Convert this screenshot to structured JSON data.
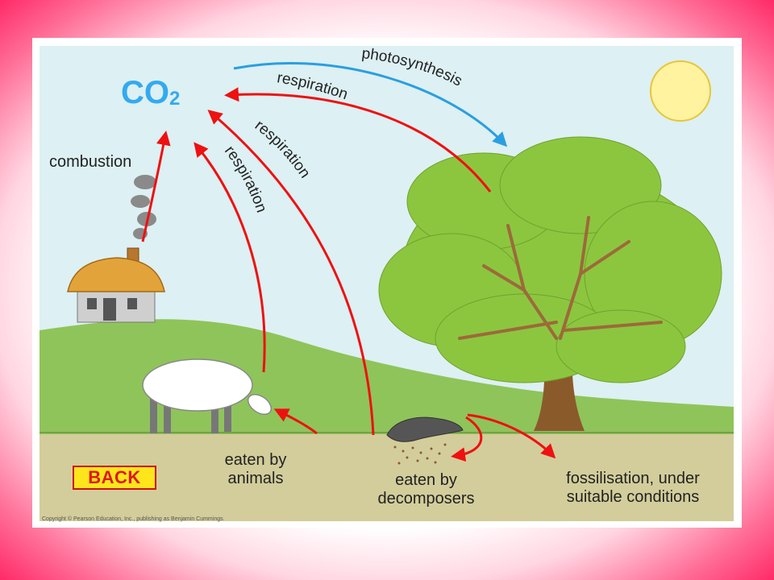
{
  "title": {
    "co2_main": "CO",
    "co2_sub": "2"
  },
  "labels": {
    "photosynthesis": "photosynthesis",
    "respiration_top": "respiration",
    "respiration_middle": "respiration",
    "respiration_left": "respiration",
    "combustion": "combustion",
    "eaten_by_animals": [
      "eaten by",
      "animals"
    ],
    "eaten_by_decomposers": [
      "eaten by",
      "decomposers"
    ],
    "fossilisation": [
      "fossilisation, under",
      "suitable conditions"
    ]
  },
  "buttons": {
    "back": "BACK"
  },
  "copyright": "Copyright © Pearson Education, Inc., publishing as Benjamin Cummings.",
  "colors": {
    "sky": "#ddf0f3",
    "hill": "#8fc45a",
    "ground": "#d3cd9b",
    "arrow_red": "#ee1111",
    "arrow_blue": "#2a9fe0",
    "co2_text": "#33aaee",
    "sun": "#fff3a0",
    "foliage": "#8cc63f",
    "trunk": "#8b5a2b"
  },
  "icons": [
    "sun-icon",
    "tree-icon",
    "house-icon",
    "sheep-icon",
    "dead-animal-icon",
    "smoke-icon"
  ]
}
